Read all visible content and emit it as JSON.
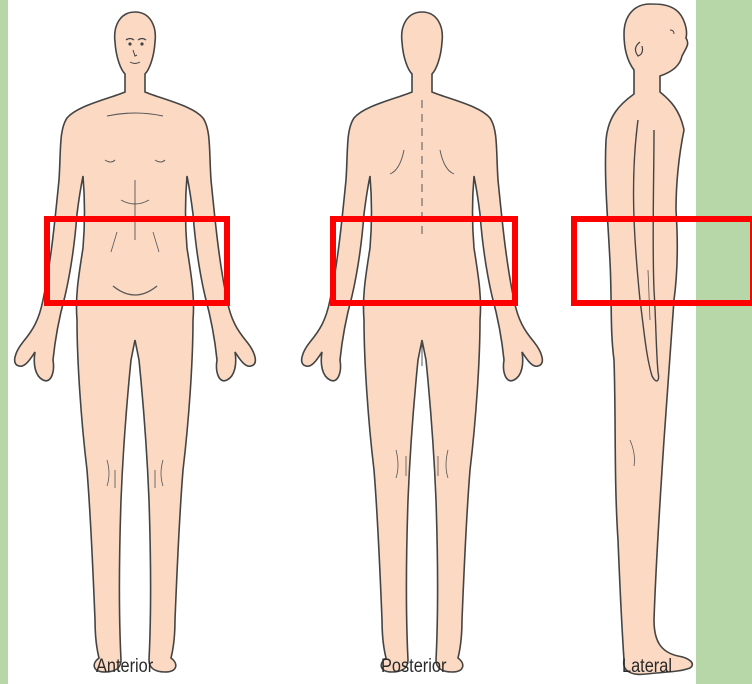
{
  "views": [
    {
      "label": "Anterior"
    },
    {
      "label": "Posterior"
    },
    {
      "label": "Lateral"
    }
  ],
  "colors": {
    "background": "#b7d7a8",
    "panel": "#ffffff",
    "skin": "#fbd9c3",
    "outline": "#444444",
    "highlight": "#ff0000"
  }
}
